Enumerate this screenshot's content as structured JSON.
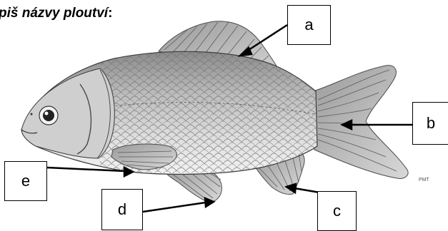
{
  "title": {
    "text": "piš názvy ploutví",
    "colon": ":"
  },
  "labels": {
    "a": "a",
    "b": "b",
    "c": "c",
    "d": "d",
    "e": "e"
  },
  "illustration": {
    "signature": "PMT"
  }
}
